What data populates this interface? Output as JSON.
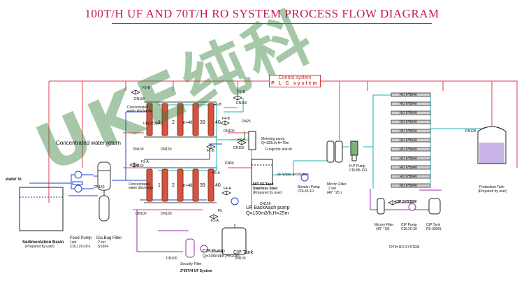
{
  "title": "100T/H UF AND 70T/H RO SYSTEM PROCESS FLOW DIAGRAM",
  "control": {
    "line1": "Control system",
    "line2": "P L C  system"
  },
  "watermark": "UKE纯科",
  "colors": {
    "title": "#c2185b",
    "pipe_red": "#e53950",
    "pipe_blue": "#1e3fd0",
    "pipe_cyan": "#19b6b6",
    "pipe_purple": "#9c27b0",
    "uf_membrane": "#d4543f"
  },
  "labels": {
    "water_in": "water in",
    "sedimentation_basin": "Sedimentation Basin",
    "prepared_by_user": "(Prepared by user)",
    "feed_pump": "Feed Pump",
    "feed_pump_set": "1set",
    "feed_pump_model": "CDL120-20-1",
    "bag_filter": "Dia Bag Filter",
    "bag_filter_set": "2 set",
    "bag_filter_material": "SS304",
    "concentrated_return": "Concentrated water return",
    "concentrated_discharge_top": "Concentrated water discharge",
    "concentrated_discharge_bottom": "Concentrated water discharge",
    "uf_top_1": "1",
    "uf_top_2": "2",
    "uf_top_n": "n=48",
    "uf_top_39": "39",
    "uf_top_40": "40",
    "uf_top_model": "UF(UZ9000)",
    "uf_bot_1": "1",
    "uf_bot_2": "2",
    "uf_bot_n": "n=48",
    "uf_bot_39": "39",
    "uf_bot_40": "40",
    "f3b": "F3-B",
    "f3a": "F3-A",
    "f2b": "F2-B",
    "f2a": "F2-A",
    "f4b": "F4-B",
    "f4a": "F4-A",
    "f1b": "F1-B",
    "f1a": "F1-A",
    "f5": "F5",
    "f6b": "F6-B",
    "f6a": "F6-A",
    "dn150_a": "DN150",
    "dn150_b": "DN150",
    "dn150_c": "DN150",
    "dn150_d": "DN150",
    "dn150_e": "DN150",
    "dn150_f": "DN150",
    "dn150_g": "DN150",
    "dn150_h": "DN150",
    "dn100_a": "DN100",
    "dn100_b": "DN100",
    "dn100_c": "DN100",
    "dn100_d": "DN100",
    "dn100_e": "DN100",
    "dn50_a": "DN50",
    "dn25": "DN25",
    "dn125": "DN125",
    "metering_pump": "Metering pump",
    "metering_spec": "Q=100L/h,H=70m",
    "fungicide": "Fungicide and kit",
    "uf_tank_1": "50T UF Tank",
    "uf_tank_2": "Stainless Steel",
    "uf_tank_3": "(Prepared by user)",
    "uf_water_production": "UF Water production",
    "uf_backwash_1": "UF Backwash pump",
    "uf_backwash_2": "Q=150m3/h,H=25m",
    "cip_pump_1": "CIP Pump",
    "cip_pump_2": "Q=100m3/h,H=20m",
    "cip_tank": "CIP Tank",
    "security_filter": "Security Filter",
    "uf_system": "2*50T/H UF System",
    "booster_pump_1": "Booster Pump",
    "booster_pump_2": "CDL65-10",
    "micron_filter_1": "Micron Filter",
    "micron_filter_2": "2 set",
    "micron_filter_3": "(40\" *25 )",
    "hp_pump_1": "H.P Pump",
    "hp_pump_2": "CDL85-110",
    "ro_a": "RO 6*8040",
    "ro_b": "RO 6*8040",
    "ro_c": "RO 6*8040",
    "ro_d": "RO 6*8040",
    "ro_e": "RO 6*8040",
    "ro_f": "RO 6*8040",
    "ro_g": "RO 6*8040",
    "ro_h": "RO 6*8040",
    "ro_i": "RO 6*8040",
    "ro_j": "RO 6*8040",
    "ro_k": "RO 6*8040",
    "cip_system": "CIP SYSTEM",
    "ro_micron_1": "Micron Filter",
    "ro_micron_2": "(40\" *18)",
    "ro_cip_pump_1": "CIP Pump",
    "ro_cip_pump_2": "CDL20-30",
    "ro_cip_tank_1": "CIP Tank",
    "ro_cip_tank_2": "PE-3000L",
    "production_tank_1": "Production Tank",
    "production_tank_2": "(Prepared by user)",
    "ro_system": "70T/H RO SYSTEM"
  }
}
